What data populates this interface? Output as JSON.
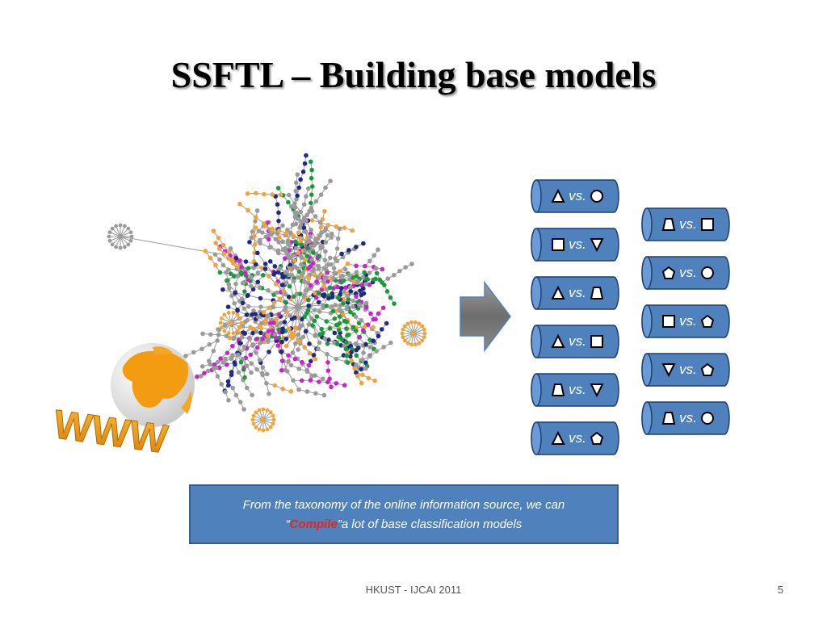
{
  "slide": {
    "title": "SSFTL – Building base models",
    "footer_center": "HKUST - IJCAI 2011",
    "page_number": "5"
  },
  "www_graphic": {
    "label": "WWW"
  },
  "models": {
    "left_column": [
      {
        "left_shape": "triangle",
        "vs": "vs.",
        "right_shape": "circle"
      },
      {
        "left_shape": "square",
        "vs": "vs.",
        "right_shape": "triangle-down"
      },
      {
        "left_shape": "triangle",
        "vs": "vs.",
        "right_shape": "trapezoid"
      },
      {
        "left_shape": "triangle",
        "vs": "vs.",
        "right_shape": "square"
      },
      {
        "left_shape": "trapezoid",
        "vs": "vs.",
        "right_shape": "triangle-down"
      },
      {
        "left_shape": "triangle",
        "vs": "vs.",
        "right_shape": "pentagon"
      }
    ],
    "right_column": [
      {
        "left_shape": "trapezoid",
        "vs": "vs.",
        "right_shape": "square"
      },
      {
        "left_shape": "pentagon",
        "vs": "vs.",
        "right_shape": "circle"
      },
      {
        "left_shape": "square",
        "vs": "vs.",
        "right_shape": "pentagon"
      },
      {
        "left_shape": "triangle-down",
        "vs": "vs.",
        "right_shape": "pentagon"
      },
      {
        "left_shape": "trapezoid",
        "vs": "vs.",
        "right_shape": "circle"
      }
    ]
  },
  "callout": {
    "line1": "From the taxonomy of the online information source, we can",
    "quote_open": "“",
    "highlight": "Compile",
    "quote_close": "”",
    "line2_rest": "a lot of base classification models"
  },
  "colors": {
    "pill_fill": "#4f81bd",
    "pill_border": "#1f3f6e",
    "highlight": "#e8231e",
    "arrow": "#7f7f7f"
  }
}
